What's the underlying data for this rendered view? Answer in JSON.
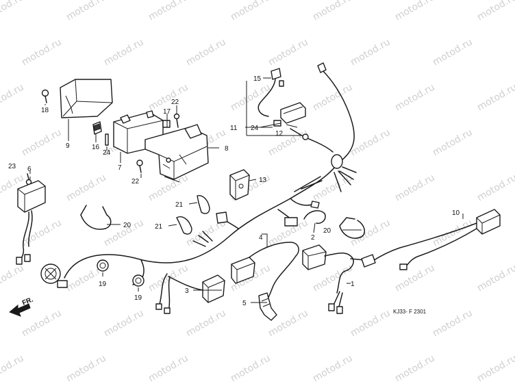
{
  "watermark": {
    "text": "motod.ru",
    "color": "#cfcfcf"
  },
  "figure_code": "KJ33- F 2301",
  "direction_label": "FR.",
  "callouts": [
    {
      "id": "c1",
      "label": "1"
    },
    {
      "id": "c2",
      "label": "2"
    },
    {
      "id": "c3",
      "label": "3"
    },
    {
      "id": "c4",
      "label": "4"
    },
    {
      "id": "c5",
      "label": "5"
    },
    {
      "id": "c6",
      "label": "6"
    },
    {
      "id": "c7",
      "label": "7"
    },
    {
      "id": "c8",
      "label": "8"
    },
    {
      "id": "c9",
      "label": "9"
    },
    {
      "id": "c10",
      "label": "10"
    },
    {
      "id": "c11",
      "label": "11"
    },
    {
      "id": "c12",
      "label": "12"
    },
    {
      "id": "c13",
      "label": "13"
    },
    {
      "id": "c15",
      "label": "15"
    },
    {
      "id": "c16",
      "label": "16"
    },
    {
      "id": "c17",
      "label": "17"
    },
    {
      "id": "c18",
      "label": "18"
    },
    {
      "id": "c19a",
      "label": "19"
    },
    {
      "id": "c19b",
      "label": "19"
    },
    {
      "id": "c20a",
      "label": "20"
    },
    {
      "id": "c20b",
      "label": "20"
    },
    {
      "id": "c21a",
      "label": "21"
    },
    {
      "id": "c21b",
      "label": "21"
    },
    {
      "id": "c22a",
      "label": "22"
    },
    {
      "id": "c22b",
      "label": "22"
    },
    {
      "id": "c23",
      "label": "23"
    },
    {
      "id": "c24a",
      "label": "24"
    },
    {
      "id": "c24b",
      "label": "24"
    }
  ]
}
